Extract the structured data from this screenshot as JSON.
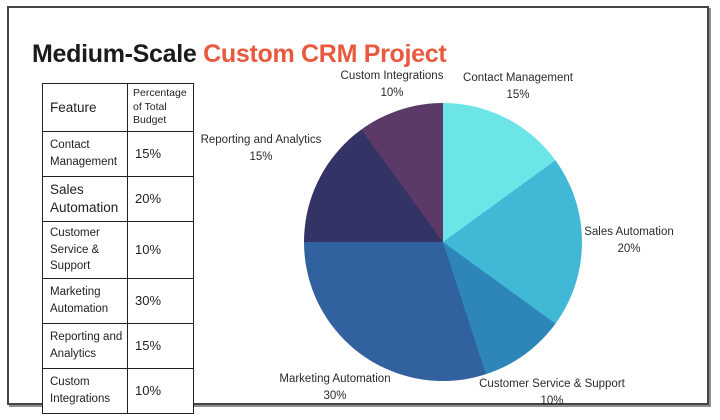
{
  "title": {
    "prefix": "Medium-Scale ",
    "highlight": "Custom CRM Project",
    "highlight_color": "#E8593D"
  },
  "table": {
    "headers": [
      "Feature",
      "Percentage of Total Budget"
    ],
    "rows": [
      {
        "feature": "Contact Management",
        "percentage": "15%"
      },
      {
        "feature": "Sales Automation",
        "percentage": "20%"
      },
      {
        "feature": "Customer Service & Support",
        "percentage": "10%"
      },
      {
        "feature": "Marketing Automation",
        "percentage": "30%"
      },
      {
        "feature": "Reporting and Analytics",
        "percentage": "15%"
      },
      {
        "feature": "Custom Integrations",
        "percentage": "10%"
      }
    ]
  },
  "chart_data": {
    "type": "pie",
    "title": "Medium-Scale Custom CRM Project",
    "start_angle_deg": 0,
    "direction": "clockwise",
    "legend_position": "none",
    "labels_outside": true,
    "slices": [
      {
        "label": "Contact Management",
        "value_pct": 15,
        "pct_label": "15%",
        "color": "#6CE5E8"
      },
      {
        "label": "Sales Automation",
        "value_pct": 20,
        "pct_label": "20%",
        "color": "#41B8D5"
      },
      {
        "label": "Customer Service & Support",
        "value_pct": 10,
        "pct_label": "10%",
        "color": "#2E86B8"
      },
      {
        "label": "Marketing Automation",
        "value_pct": 30,
        "pct_label": "30%",
        "color": "#31619E"
      },
      {
        "label": "Reporting and Analytics",
        "value_pct": 15,
        "pct_label": "15%",
        "color": "#333366"
      },
      {
        "label": "Custom Integrations",
        "value_pct": 10,
        "pct_label": "10%",
        "color": "#5C3A68"
      }
    ]
  }
}
